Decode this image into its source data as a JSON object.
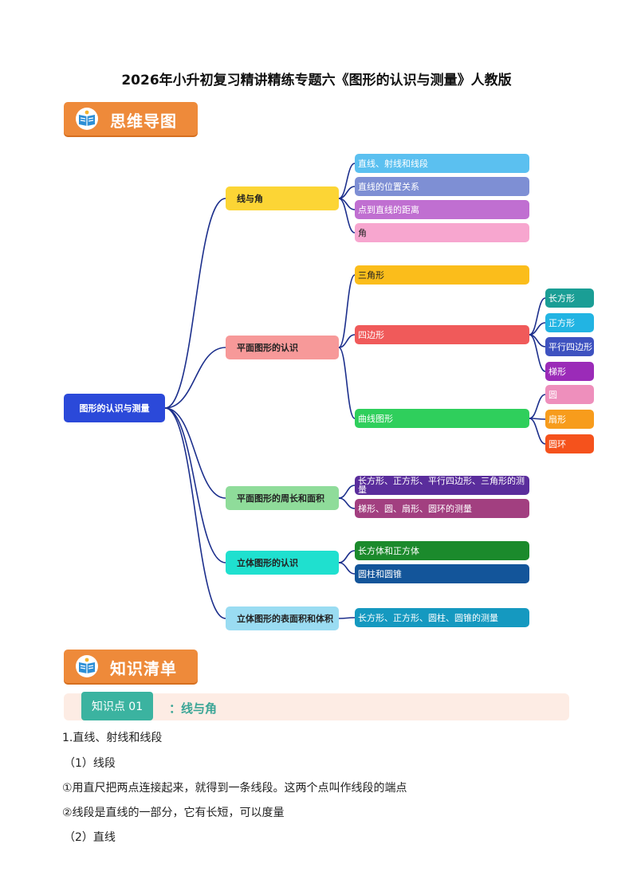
{
  "title": "2026年小升初复习精讲精练专题六《图形的认识与测量》人教版",
  "banner_mindmap": {
    "label": "思维导图",
    "icon": "book-icon"
  },
  "banner_knowledge": {
    "label": "知识清单",
    "icon": "book-icon"
  },
  "mindmap": {
    "root": {
      "label": "图形的认识与测量",
      "color": "#2b49d9"
    },
    "branches": [
      {
        "label": "线与角",
        "color": "#fcd535",
        "children": [
          {
            "label": "直线、射线和线段",
            "color": "#5bc0f0"
          },
          {
            "label": "直线的位置关系",
            "color": "#7e8fd4"
          },
          {
            "label": "点到直线的距离",
            "color": "#c06fd1"
          },
          {
            "label": "角",
            "color": "#f7a6cf"
          }
        ]
      },
      {
        "label": "平面图形的认识",
        "color": "#f79999",
        "children": [
          {
            "label": "三角形",
            "color": "#fbbd1b"
          },
          {
            "label": "四边形",
            "color": "#f05a5a",
            "children": [
              {
                "label": "长方形",
                "color": "#1a9e95"
              },
              {
                "label": "正方形",
                "color": "#22b4e3"
              },
              {
                "label": "平行四边形",
                "color": "#3e52c0"
              },
              {
                "label": "梯形",
                "color": "#9b2bb8"
              }
            ]
          },
          {
            "label": "曲线图形",
            "color": "#2fcf5c",
            "children": [
              {
                "label": "圆",
                "color": "#ee8fbc"
              },
              {
                "label": "扇形",
                "color": "#f79c1c"
              },
              {
                "label": "圆环",
                "color": "#f5521c"
              }
            ]
          }
        ]
      },
      {
        "label": "平面图形的周长和面积",
        "color": "#8fdc9a",
        "children": [
          {
            "label": "长方形、正方形、平行四边形、三角形的测量",
            "color": "#5a2d9c"
          },
          {
            "label": "梯形、圆、扇形、圆环的测量",
            "color": "#a23f80"
          }
        ]
      },
      {
        "label": "立体图形的认识",
        "color": "#1fe0cf",
        "children": [
          {
            "label": "长方体和正方体",
            "color": "#1b8a2c"
          },
          {
            "label": "圆柱和圆锥",
            "color": "#13559a"
          }
        ]
      },
      {
        "label": "立体图形的表面积和体积",
        "color": "#9adcf2",
        "children": [
          {
            "label": "长方形、正方形、圆柱、圆锥的测量",
            "color": "#1599c0"
          }
        ]
      }
    ],
    "line_color": "#1c2f8c"
  },
  "knowledge_point": {
    "tag": "知识点 01",
    "title": "：线与角"
  },
  "body": [
    "1.直线、射线和线段",
    "（1）线段",
    "①用直尺把两点连接起来，就得到一条线段。这两个点叫作线段的端点",
    "②线段是直线的一部分，它有长短，可以度量",
    "（2）直线"
  ]
}
